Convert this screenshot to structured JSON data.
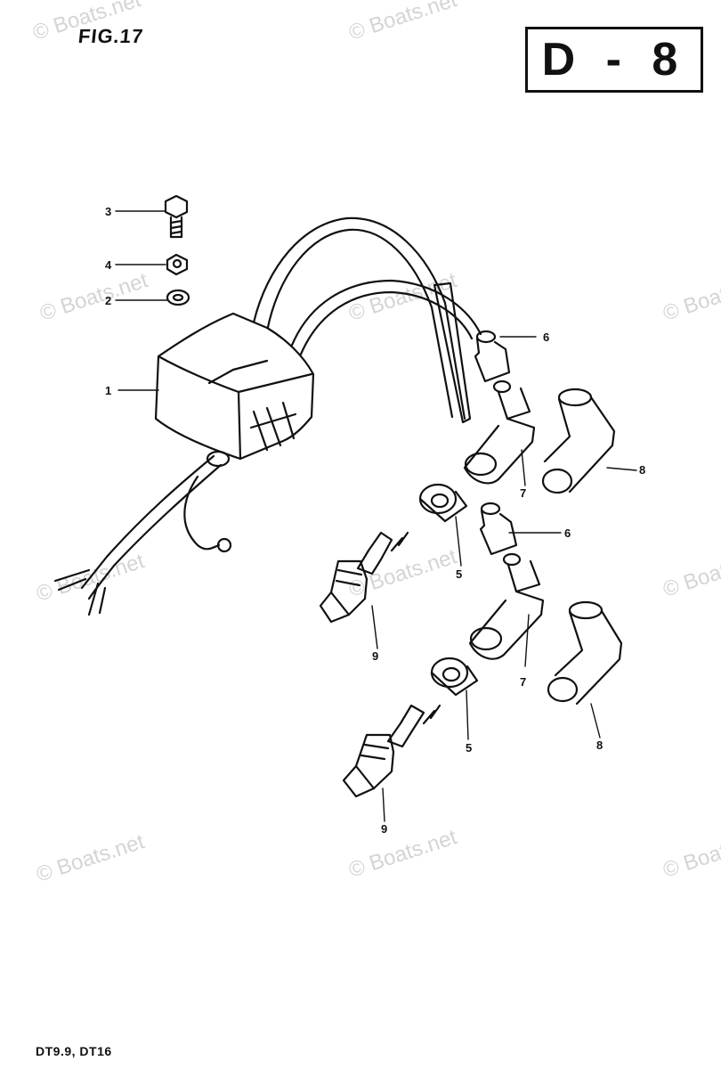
{
  "figure": {
    "label": "FIG.17"
  },
  "section": {
    "code": "D - 8"
  },
  "models": "DT9.9, DT16",
  "watermark": "© Boats.net",
  "callouts": [
    "1",
    "2",
    "3",
    "4",
    "5",
    "5",
    "6",
    "6",
    "7",
    "7",
    "8",
    "8",
    "9",
    "9"
  ]
}
